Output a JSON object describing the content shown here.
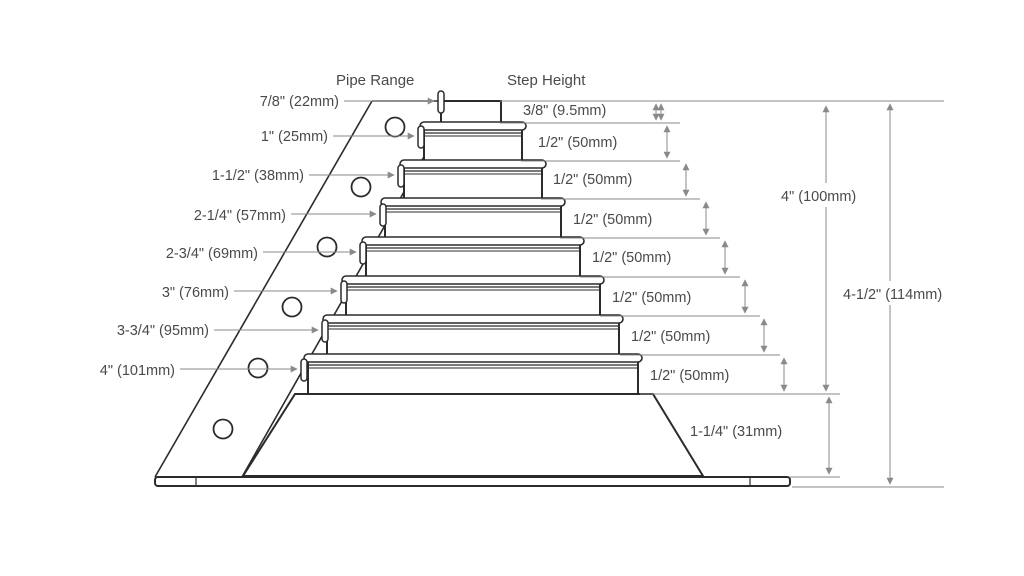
{
  "headers": {
    "pipe_range": "Pipe Range",
    "step_height": "Step Height"
  },
  "pipe_range_labels": [
    "7/8\" (22mm)",
    "1\" (25mm)",
    "1-1/2\" (38mm)",
    "2-1/4\" (57mm)",
    "2-3/4\" (69mm)",
    "3\" (76mm)",
    "3-3/4\" (95mm)",
    "4\" (101mm)"
  ],
  "step_height_labels": [
    "3/8\" (9.5mm)",
    "1/2\" (50mm)",
    "1/2\" (50mm)",
    "1/2\" (50mm)",
    "1/2\" (50mm)",
    "1/2\" (50mm)",
    "1/2\" (50mm)",
    "1/2\" (50mm)"
  ],
  "base_height_label": "1-1/4\" (31mm)",
  "stepped_height_label": "4\" (100mm)",
  "total_height_label": "4-1/2\" (114mm)",
  "colors": {
    "stroke": "#2b2b2b",
    "dim_line": "#8a8a8a",
    "text": "#4a4a4a",
    "background": "#ffffff"
  }
}
